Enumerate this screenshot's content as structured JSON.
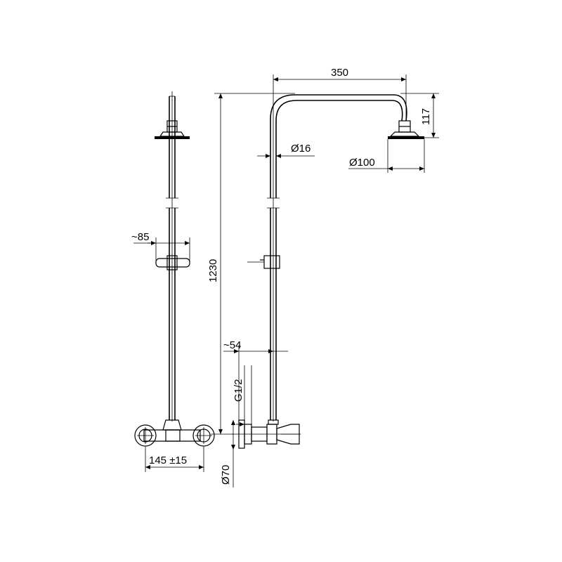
{
  "dimensions": {
    "arm_length": "350",
    "head_drop": "117",
    "pipe_diameter": "Ø16",
    "head_diameter": "Ø100",
    "total_height": "1230",
    "holder_width": "~85",
    "wall_offset": "~54",
    "thread": "G1/2",
    "flange_diameter": "Ø70",
    "centers": "145 ±15"
  }
}
